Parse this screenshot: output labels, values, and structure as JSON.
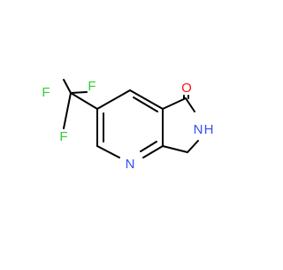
{
  "molecule": {
    "atom_labels": {
      "fluorine_1": "F",
      "fluorine_2": "F",
      "fluorine_3": "F",
      "oxygen": "O",
      "amide_nitrogen": "N",
      "amide_hydrogen": "H",
      "pyridine_nitrogen": "N"
    },
    "colors": {
      "bond": "#000000",
      "fluorine": "#33cc33",
      "oxygen": "#ff0d0d",
      "nitrogen": "#3050f8"
    }
  }
}
